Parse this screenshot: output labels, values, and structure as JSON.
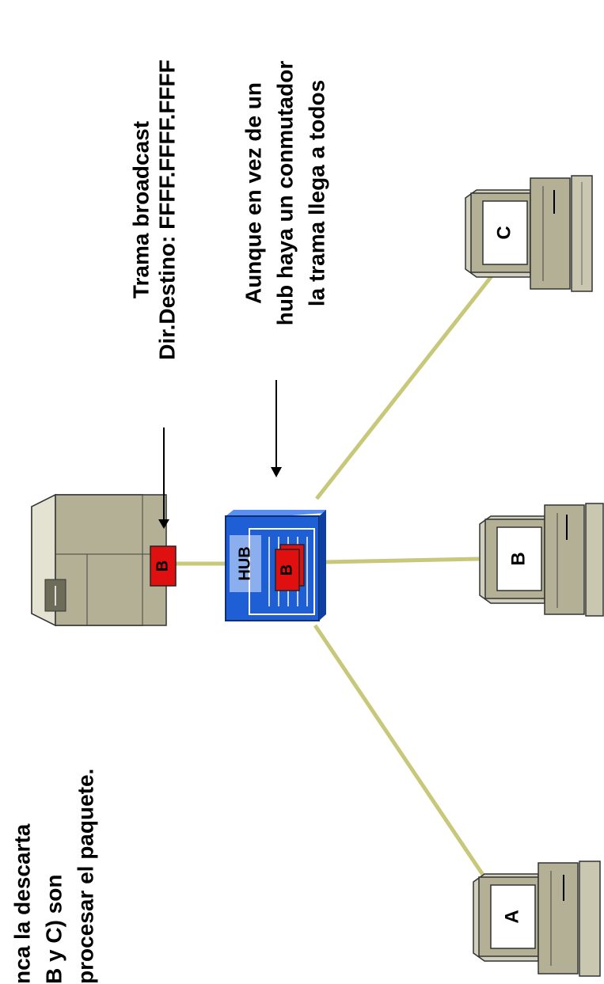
{
  "broadcast_label": {
    "line1": "Trama broadcast",
    "line2": "Dir.Destino: FFFF.FFFF.FFFF"
  },
  "switch_note": {
    "line1": "Aunque en vez de un",
    "line2": "hub haya un conmutador",
    "line3": "la trama llega a todos"
  },
  "left_note": {
    "line1": "nca la descarta",
    "line2": "B y C) son",
    "line3": "procesar el paquete."
  },
  "hub": {
    "label": "HUB",
    "frame_label": "B"
  },
  "server": {
    "frame_label": "B"
  },
  "computers": [
    {
      "label": "A"
    },
    {
      "label": "B"
    },
    {
      "label": "C"
    }
  ],
  "colors": {
    "cable": "#c8c87a",
    "hub_blue": "#1f5fd6",
    "frame_red": "#e01010",
    "device_beige": "#b3b096",
    "device_dark": "#6d6c58"
  }
}
